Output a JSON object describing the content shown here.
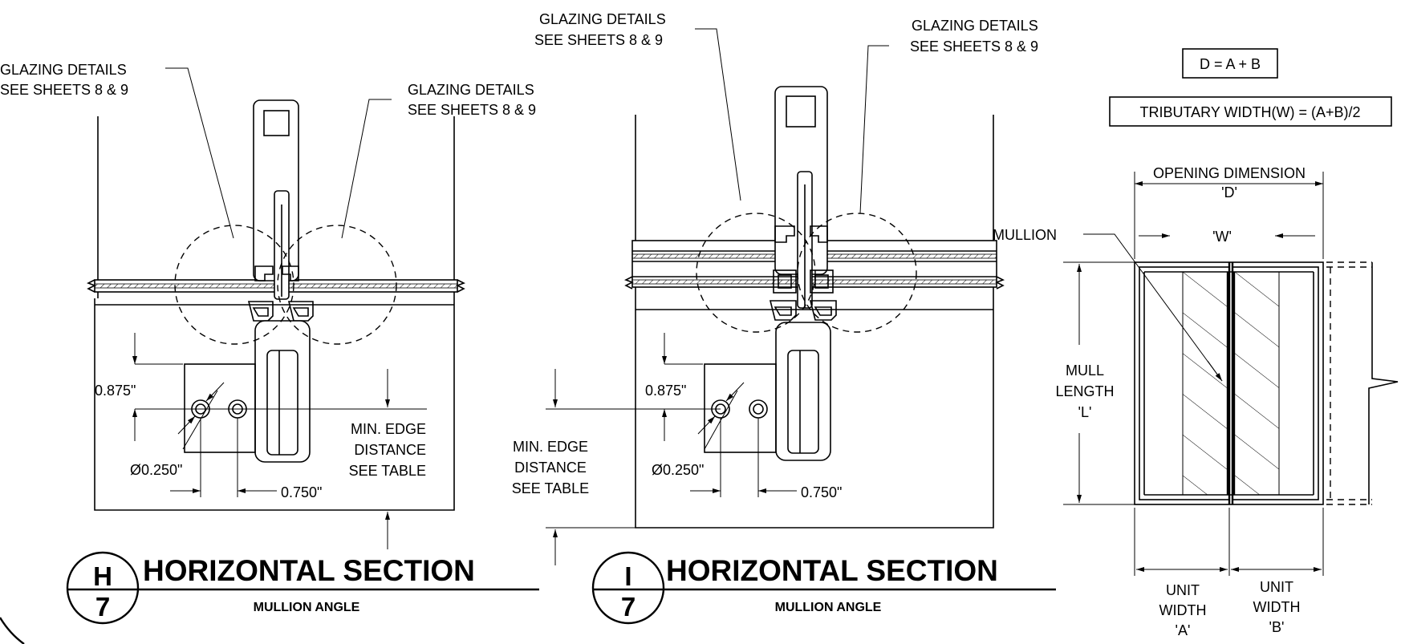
{
  "glazing_note": {
    "line1": "GLAZING DETAILS",
    "line2": "SEE SHEETS 8 & 9"
  },
  "dims": {
    "offset": "0.875\"",
    "hole_dia": "Ø0.250\"",
    "spacing": "0.750\""
  },
  "min_edge": {
    "line1": "MIN. EDGE",
    "line2": "DISTANCE",
    "line3": "SEE TABLE"
  },
  "section_h": {
    "letter": "H",
    "sheet": "7",
    "title": "HORIZONTAL SECTION",
    "subtitle": "MULLION ANGLE"
  },
  "section_i": {
    "letter": "I",
    "sheet": "7",
    "title": "HORIZONTAL SECTION",
    "subtitle": "MULLION ANGLE"
  },
  "elevation": {
    "formula1": "D = A + B",
    "formula2": "TRIBUTARY WIDTH(W) = (A+B)/2",
    "opening": "OPENING DIMENSION",
    "d": "'D'",
    "w": "'W'",
    "mullion": "MULLION",
    "mull1": "MULL",
    "mull2": "LENGTH",
    "mull3": "'L'",
    "unit1": "UNIT",
    "unit2": "WIDTH",
    "a": "'A'",
    "b": "'B'"
  }
}
